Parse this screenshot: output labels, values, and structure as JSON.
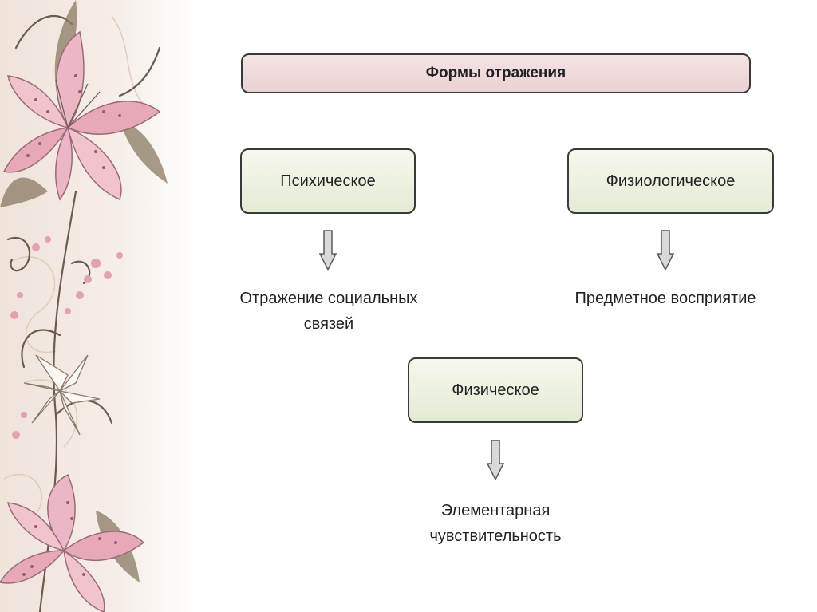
{
  "title": "Формы отражения",
  "forms": [
    {
      "name": "Психическое",
      "result_lines": [
        "Отражение социальных",
        "связей"
      ]
    },
    {
      "name": "Физиологическое",
      "result_lines": [
        "Предметное восприятие"
      ]
    },
    {
      "name": "Физическое",
      "result_lines": [
        "Элементарная",
        "чувствительность"
      ]
    }
  ],
  "colors": {
    "title_fill": "#ecd5d8",
    "box_fill": "#e9efdc",
    "border": "#3a3a3a",
    "arrow_fill": "#d9d9d9",
    "decor_pink": "#e7a9b8",
    "decor_stem": "#6b5b4e"
  },
  "icons": {
    "arrow": "down-arrow-icon",
    "decoration": "lily-flower-decoration"
  }
}
